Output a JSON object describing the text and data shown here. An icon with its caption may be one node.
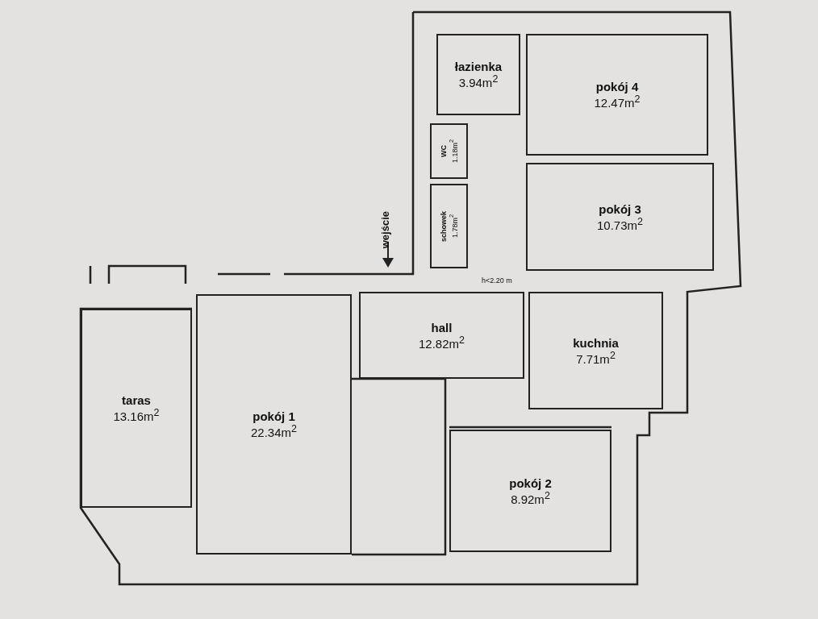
{
  "diagram": {
    "nodes": [
      {
        "text": [
          "łazienka",
          "3.94m$^{2}$"
        ]
      },
      {
        "text": [
          "pokój 4",
          "12.47m$^{2}$"
        ]
      },
      {
        "text": [
          "WC",
          "1.18m$^{2}$"
        ]
      },
      {
        "text": [
          "schowek",
          "1.78m$^{2}$"
        ]
      },
      {
        "text": [
          "pokój 3",
          "10.73m$^{2}$"
        ]
      },
      {
        "text": [
          "hall",
          "12.82m$^{2}$"
        ]
      },
      {
        "text": [
          "kuchnia",
          "7.71m$^{2}$"
        ]
      },
      {
        "text": [
          "taras",
          "13.16m$^{2}$"
        ]
      },
      {
        "text": [
          "pokój 1",
          "22.34m$^{2}$"
        ]
      },
      {
        "text": [
          "pokój 2",
          "8.92m$^{2}$"
        ]
      }
    ],
    "labels": [
      "wejście",
      "h<2.20 m"
    ]
  }
}
